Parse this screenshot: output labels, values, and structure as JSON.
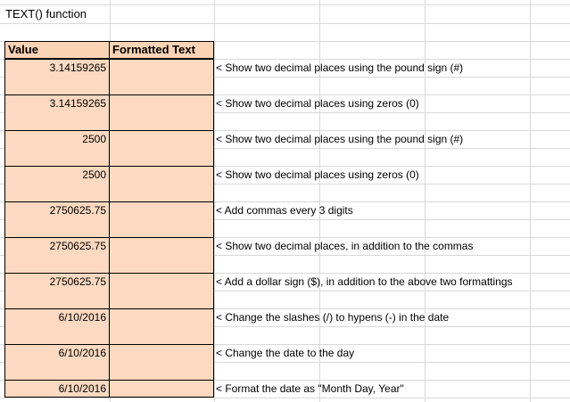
{
  "title": "TEXT() function",
  "headers": {
    "value": "Value",
    "formatted": "Formatted Text"
  },
  "rows": [
    {
      "value": "3.14159265",
      "note": "< Show two decimal places using the pound sign (#)"
    },
    {
      "value": "3.14159265",
      "note": "< Show two decimal places using zeros (0)"
    },
    {
      "value": "2500",
      "note": "< Show two decimal places using the pound sign (#)"
    },
    {
      "value": "2500",
      "note": "< Show two decimal places using zeros (0)"
    },
    {
      "value": "2750625.75",
      "note": "< Add commas every 3 digits"
    },
    {
      "value": "2750625.75",
      "note": "< Show two decimal places, in addition to the commas"
    },
    {
      "value": "2750625.75",
      "note": "< Add a dollar sign ($), in addition to the above two formattings"
    },
    {
      "value": "6/10/2016",
      "note": "< Change the slashes (/) to hypens (-) in the date"
    },
    {
      "value": "6/10/2016",
      "note": "< Change the date to the day"
    },
    {
      "value": "6/10/2016",
      "note": "< Format the date as \"Month Day, Year\""
    }
  ],
  "colors": {
    "header_fill": "#fbd3b5",
    "cell_fill": "#fcd9c0",
    "gridline": "#d9d9d9"
  }
}
